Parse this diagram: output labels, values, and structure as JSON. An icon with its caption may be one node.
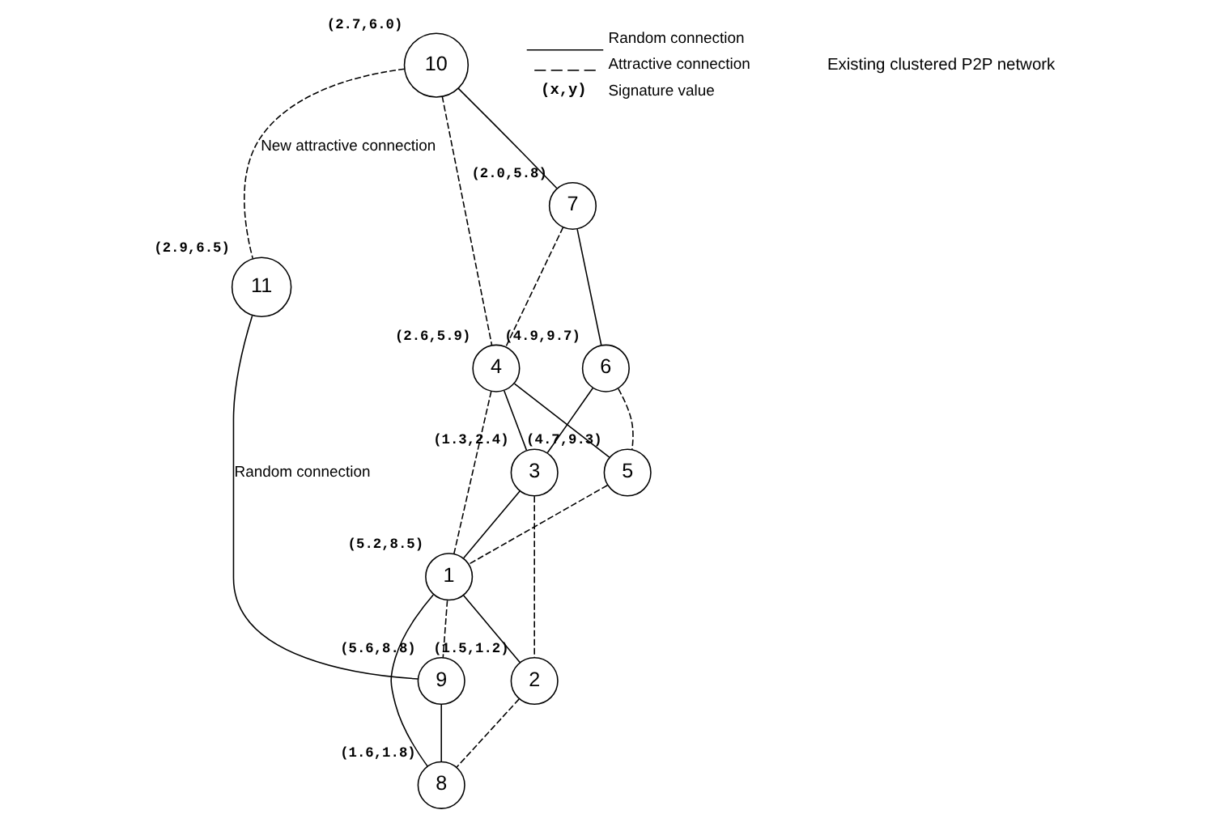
{
  "diagram": {
    "nodes": [
      {
        "text": [
          "1"
        ],
        "beside": [
          "(5.2,8.5)"
        ]
      },
      {
        "text": [
          "2"
        ],
        "beside": [
          "(1.5,1.2)"
        ]
      },
      {
        "text": [
          "3"
        ],
        "beside": [
          "(1.3,2.4)"
        ]
      },
      {
        "text": [
          "4"
        ],
        "beside": [
          "(2.6,5.9)"
        ]
      },
      {
        "text": [
          "5"
        ],
        "beside": [
          "(4.7,9.3)"
        ]
      },
      {
        "text": [
          "6"
        ],
        "beside": [
          "(4.9,9.7)"
        ]
      },
      {
        "text": [
          "7"
        ],
        "beside": [
          "(2.0,5.8)"
        ]
      },
      {
        "text": [
          "8"
        ],
        "beside": [
          "(1.6,1.8)"
        ]
      },
      {
        "text": [
          "9"
        ],
        "beside": [
          "(5.6,8.8)"
        ]
      },
      {
        "text": [
          "10"
        ],
        "beside": [
          "(2.7,6.0)"
        ]
      },
      {
        "text": [
          "11"
        ],
        "beside": [
          "(2.9,6.5)"
        ]
      }
    ],
    "edges": [
      {
        "from": 9,
        "to": 6,
        "arrow": "none"
      },
      {
        "from": 6,
        "to": 5,
        "arrow": "none"
      },
      {
        "from": 5,
        "to": 2,
        "arrow": "none"
      },
      {
        "from": 3,
        "to": 4,
        "arrow": "none"
      },
      {
        "from": 3,
        "to": 2,
        "arrow": "none"
      },
      {
        "from": 2,
        "to": 0,
        "arrow": "none"
      },
      {
        "from": 0,
        "to": 1,
        "arrow": "none"
      },
      {
        "from": 0,
        "to": 7,
        "arrow": "none"
      },
      {
        "from": 8,
        "to": 7,
        "arrow": "none"
      },
      {
        "from": 10,
        "to": 8,
        "arrow": "none",
        "label": "Random connection"
      },
      {
        "from": 6,
        "to": 3,
        "arrow": "none",
        "style": "dashed"
      },
      {
        "from": 5,
        "to": 4,
        "arrow": "none",
        "style": "dashed"
      },
      {
        "from": 9,
        "to": 3,
        "arrow": "none",
        "style": "dashed"
      },
      {
        "from": 3,
        "to": 0,
        "arrow": "none",
        "style": "dashed"
      },
      {
        "from": 4,
        "to": 0,
        "arrow": "none",
        "style": "dashed"
      },
      {
        "from": 0,
        "to": 8,
        "arrow": "none",
        "style": "dashed"
      },
      {
        "from": 2,
        "to": 1,
        "arrow": "none",
        "style": "dashed"
      },
      {
        "from": 1,
        "to": 7,
        "arrow": "none",
        "style": "dashed"
      },
      {
        "from": 9,
        "to": 10,
        "arrow": "none",
        "style": "dashed",
        "label": "New attractive connection"
      }
    ],
    "labels": [
      "(x,y)",
      "Existing clustered P2P network"
    ],
    "legend": [
      {
        "text": "Random connection"
      },
      {
        "text": "Attractive connection"
      },
      {
        "text": "Signature value"
      }
    ]
  }
}
